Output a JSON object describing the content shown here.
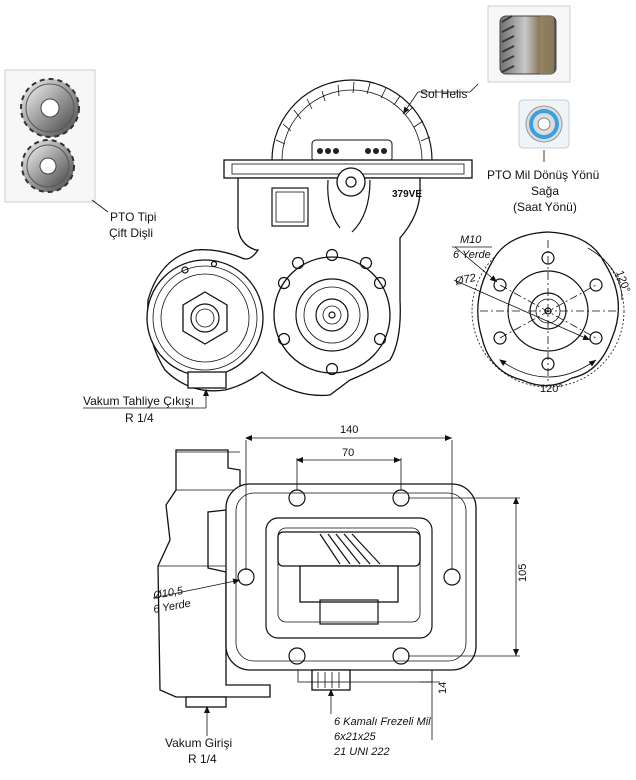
{
  "labels": {
    "pto_type": [
      "PTO Tipi",
      "Çift Dişli"
    ],
    "sol_helis": "Sol Helis",
    "rotation": [
      "PTO Mil Dönüş Yönü",
      "Sağa",
      "(Saat Yönü)"
    ],
    "model": "379VE",
    "m10": "M10",
    "m10_count": "6 Yerde",
    "d72": "Ø72",
    "angle_a": "120°",
    "angle_b": "120°",
    "vac_out": [
      "Vakum Tahliye Çıkışı",
      "R 1/4"
    ],
    "vac_in": [
      "Vakum Girişi",
      "R 1/4"
    ],
    "dim_140": "140",
    "dim_70": "70",
    "dim_105": "105",
    "dim_14": "14",
    "d105": "Ø10,5",
    "d105_count": "6 Yerde",
    "shaft": [
      "6 Kamalı Frezeli Mil",
      "6x21x25",
      "21 UNI 222"
    ]
  },
  "colors": {
    "line": "#111111",
    "rotation_ring": "#3aa0e0"
  },
  "icons": [
    "gear-pair-photo",
    "helical-gear-photo",
    "rotation-direction-icon"
  ]
}
